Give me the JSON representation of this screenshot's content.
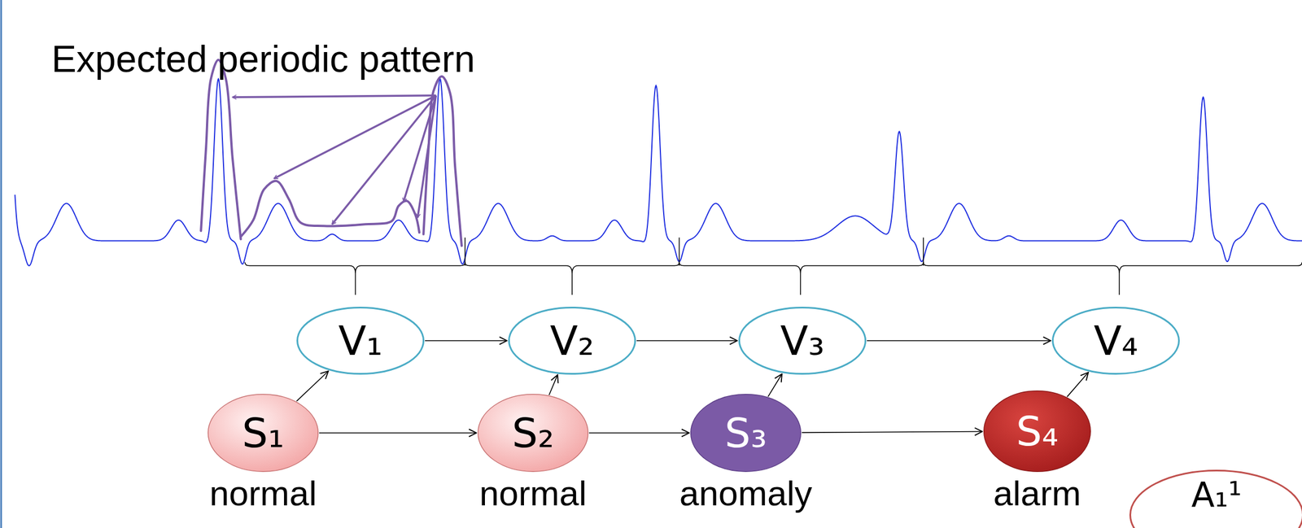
{
  "diagram": {
    "nodes": [
      {
        "text": [
          "V₁"
        ]
      },
      {
        "text": [
          "V₂"
        ]
      },
      {
        "text": [
          "V₃"
        ]
      },
      {
        "text": [
          "V₄"
        ]
      },
      {
        "text": [
          "S₁",
          "normal"
        ]
      },
      {
        "text": [
          "S₂",
          "normal"
        ]
      },
      {
        "text": [
          "S₃",
          "anomaly"
        ]
      },
      {
        "text": [
          "S₄",
          "alarm"
        ]
      },
      {
        "text": [
          "A₁¹"
        ]
      }
    ],
    "edges": [
      {
        "from": 0,
        "to": 1,
        "arrow": "to"
      },
      {
        "from": 1,
        "to": 2,
        "arrow": "to"
      },
      {
        "from": 2,
        "to": 3,
        "arrow": "to"
      },
      {
        "from": 4,
        "to": 5,
        "arrow": "to"
      },
      {
        "from": 5,
        "to": 6,
        "arrow": "to"
      },
      {
        "from": 6,
        "to": 7,
        "arrow": "to"
      },
      {
        "from": 4,
        "to": 0,
        "arrow": "to"
      },
      {
        "from": 5,
        "to": 1,
        "arrow": "to"
      },
      {
        "from": 6,
        "to": 2,
        "arrow": "to"
      },
      {
        "from": 7,
        "to": 3,
        "arrow": "to"
      }
    ],
    "labels": [
      "Expected periodic pattern"
    ]
  }
}
